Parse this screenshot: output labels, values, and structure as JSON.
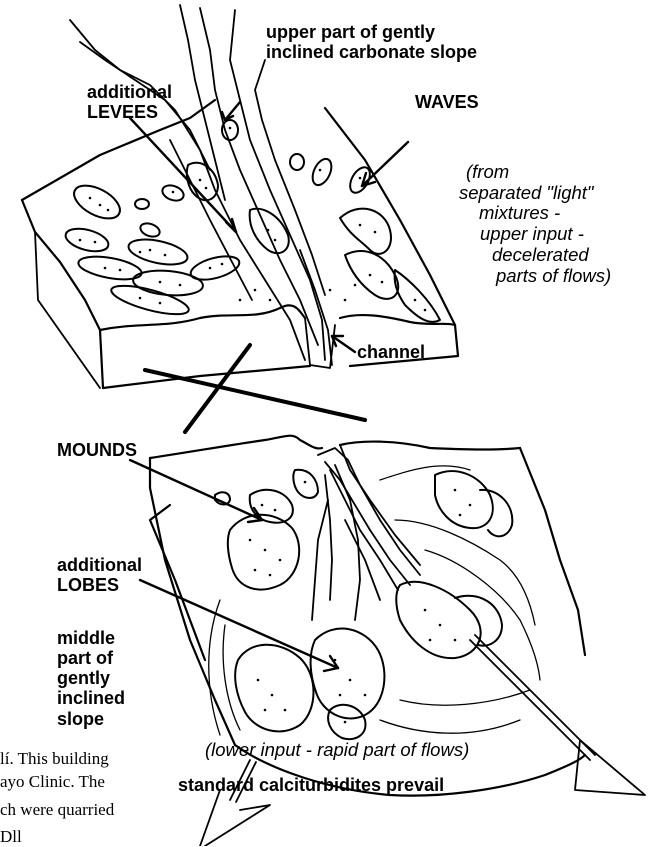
{
  "labels": {
    "upper_part": [
      "upper part of gently",
      "inclined carbonate slope"
    ],
    "additional_levees": [
      "additional",
      "LEVEES"
    ],
    "waves": "WAVES",
    "from_separated": [
      "(from",
      "separated \"light\"",
      "mixtures -",
      "upper input -",
      "decelerated",
      "parts of flows)"
    ],
    "channel": "channel",
    "mounds": "MOUNDS",
    "additional_lobes": [
      "additional",
      "LOBES"
    ],
    "middle_part": [
      "middle",
      "part of",
      "gently",
      "inclined",
      "slope"
    ],
    "lower_input": "(lower input - rapid part of flows)",
    "standard": "standard calciturbidites prevail"
  },
  "caption_fragments": [
    "lí. This building",
    "ayo Clinic. The",
    "ch were quarried",
    "Dll"
  ]
}
